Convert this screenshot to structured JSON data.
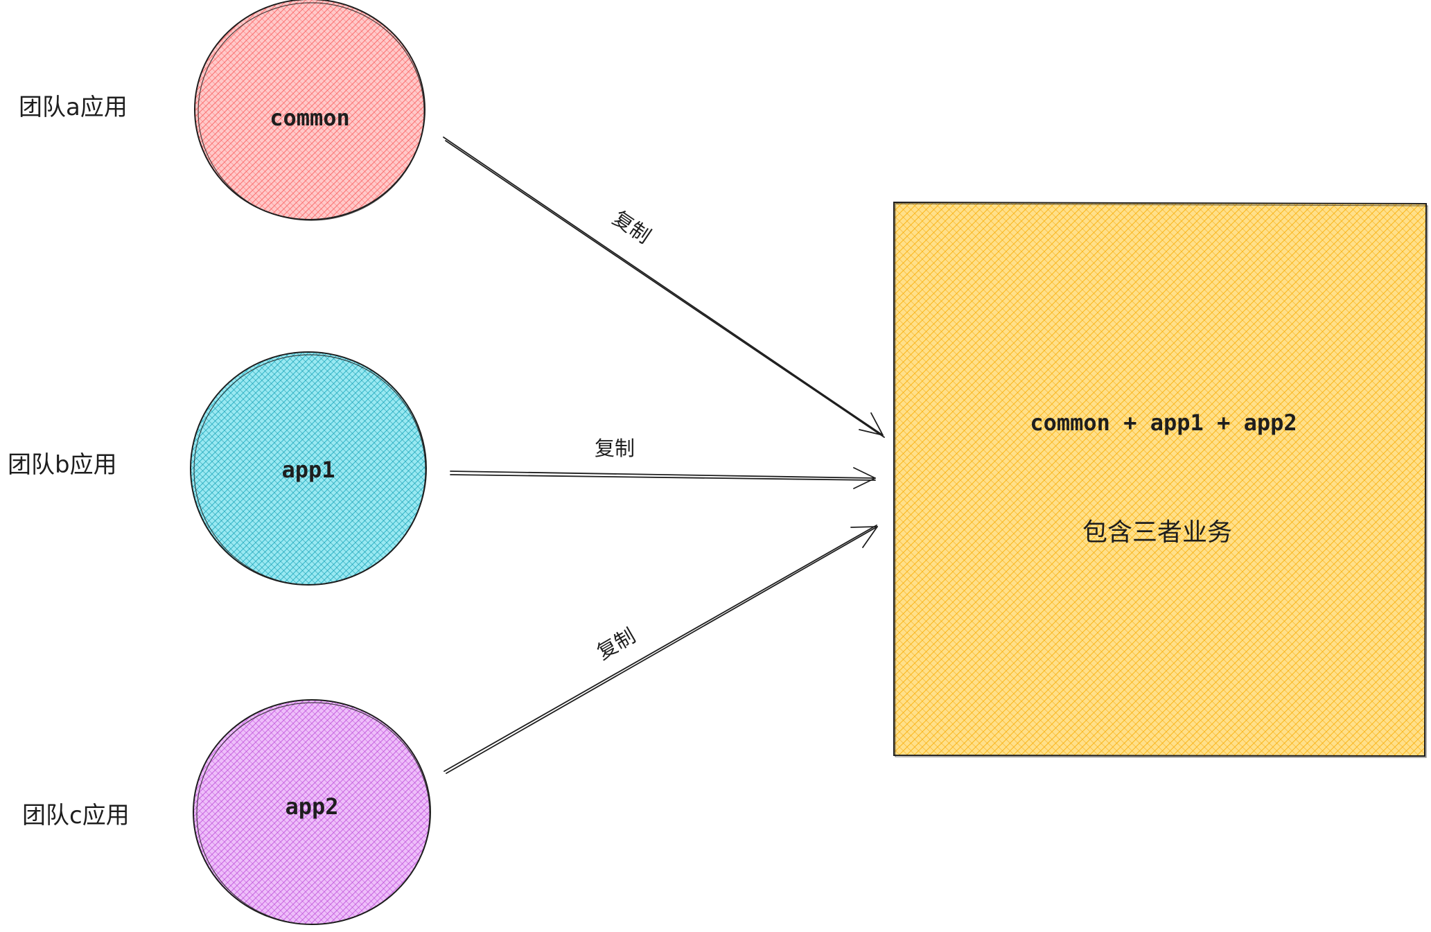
{
  "teams": [
    {
      "label": "团队a应用",
      "node_label": "common",
      "color": "#ff8787"
    },
    {
      "label": "团队b应用",
      "node_label": "app1",
      "color": "#3bc9db"
    },
    {
      "label": "团队c应用",
      "node_label": "app2",
      "color": "#da77f2"
    }
  ],
  "edges": [
    {
      "label": "复制"
    },
    {
      "label": "复制"
    },
    {
      "label": "复制"
    }
  ],
  "target": {
    "title": "common + app1 + app2",
    "description": "包含三者业务",
    "color": "#ffd43b"
  }
}
